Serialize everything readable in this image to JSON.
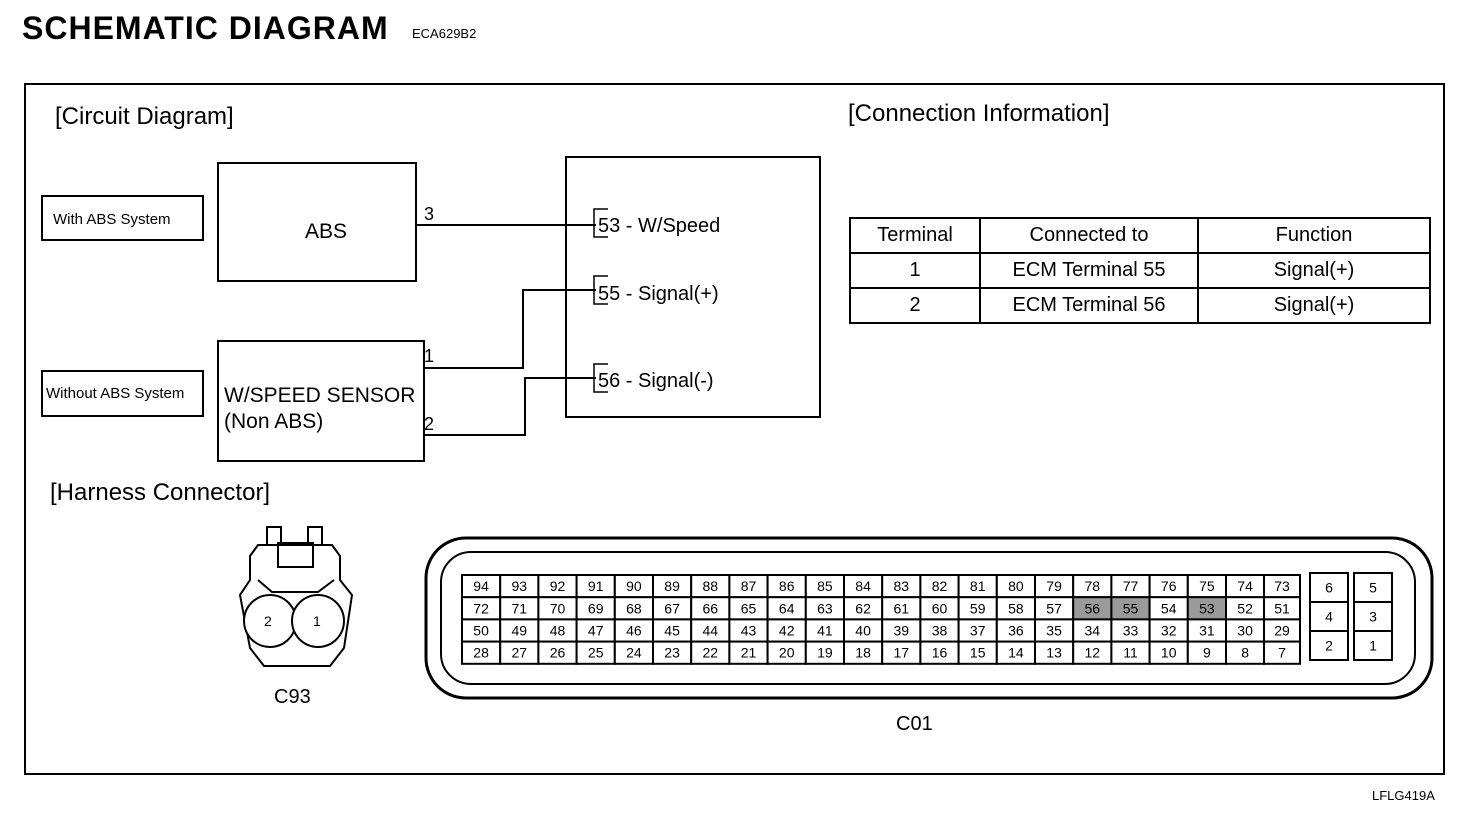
{
  "header": {
    "title": "SCHEMATIC  DIAGRAM",
    "code": "ECA629B2"
  },
  "footer": {
    "code": "LFLG419A"
  },
  "circuit": {
    "heading": "[Circuit Diagram]",
    "with_abs_label": "With ABS System",
    "without_abs_label": "Without ABS System",
    "abs_box_label": "ABS",
    "abs_pin": "3",
    "sensor_line1": "W/SPEED SENSOR",
    "sensor_line2": "(Non ABS)",
    "sensor_pin1": "1",
    "sensor_pin2": "2",
    "ecm_terminals": [
      "53 - W/Speed",
      "55 - Signal(+)",
      "56 - Signal(-)"
    ]
  },
  "connection": {
    "heading": "[Connection Information]",
    "headers": [
      "Terminal",
      "Connected to",
      "Function"
    ],
    "rows": [
      [
        "1",
        "ECM Terminal 55",
        "Signal(+)"
      ],
      [
        "2",
        "ECM Terminal 56",
        "Signal(+)"
      ]
    ]
  },
  "harness": {
    "heading": "[Harness Connector]",
    "c93": {
      "label": "C93",
      "pins": [
        "2",
        "1"
      ]
    },
    "c01": {
      "label": "C01",
      "main_rows": [
        [
          "94",
          "93",
          "92",
          "91",
          "90",
          "89",
          "88",
          "87",
          "86",
          "85",
          "84",
          "83",
          "82",
          "81",
          "80",
          "79",
          "78",
          "77",
          "76",
          "75",
          "74"
        ],
        [
          "72",
          "71",
          "70",
          "69",
          "68",
          "67",
          "66",
          "65",
          "64",
          "63",
          "62",
          "61",
          "60",
          "59",
          "58",
          "57",
          "56",
          "55",
          "54",
          "53",
          "52"
        ],
        [
          "50",
          "49",
          "48",
          "47",
          "46",
          "45",
          "44",
          "43",
          "42",
          "41",
          "40",
          "39",
          "38",
          "37",
          "36",
          "35",
          "34",
          "33",
          "32",
          "31",
          "30"
        ],
        [
          "28",
          "27",
          "26",
          "25",
          "24",
          "23",
          "22",
          "21",
          "20",
          "19",
          "18",
          "17",
          "16",
          "15",
          "14",
          "13",
          "12",
          "11",
          "10",
          "9",
          "8"
        ]
      ],
      "highlighted": [
        "56",
        "55",
        "53"
      ],
      "side_column": [
        "73",
        "51",
        "29",
        "7"
      ],
      "small_block": [
        [
          "6",
          "5"
        ],
        [
          "4",
          "3"
        ],
        [
          "2",
          "1"
        ]
      ]
    }
  }
}
